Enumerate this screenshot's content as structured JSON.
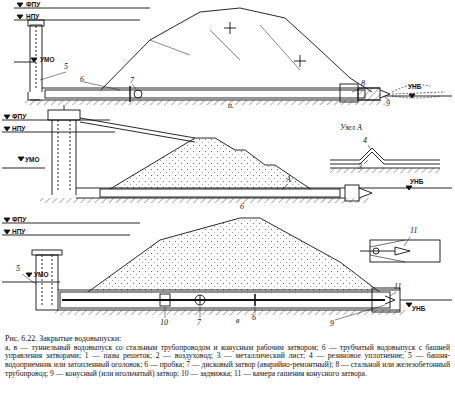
{
  "diagram": {
    "title": "Рис. 6.22. Закрытые водовыпуски:",
    "caption": "а, в — туннельный водовыпуск со стальным трубопроводом и конусным рабочим затвором; б — трубчатый водовыпуск с башней управления затворами; 1 — пазы решеток; 2 — воздуховод; 3 — металлический лист; 4 — резиновое уплотнение; 5 — башня-водоприемник или затопленный оголовок; 6 — пробка; 7 — дисковый затвор (аварийно-ремонтный); 8 — стальной или железобетонный трубопровод; 9 — конусный (или игольчатый) затвор; 10 — задвижка; 11 — камера гашения конусного затвора.",
    "labels": [
      "ФПУ",
      "НПУ",
      "УМО",
      "5",
      "6",
      "7",
      "8",
      "9",
      "а.",
      "УНБ",
      "ФПУ",
      "НПУ",
      "УМО",
      "А",
      "Узел А",
      "4",
      "3",
      "б",
      "УНБ",
      "ФПУ",
      "НПУ",
      "УМО",
      "5",
      "10",
      "7",
      "в",
      "6",
      "9",
      "11",
      "11",
      "УНБ"
    ]
  }
}
